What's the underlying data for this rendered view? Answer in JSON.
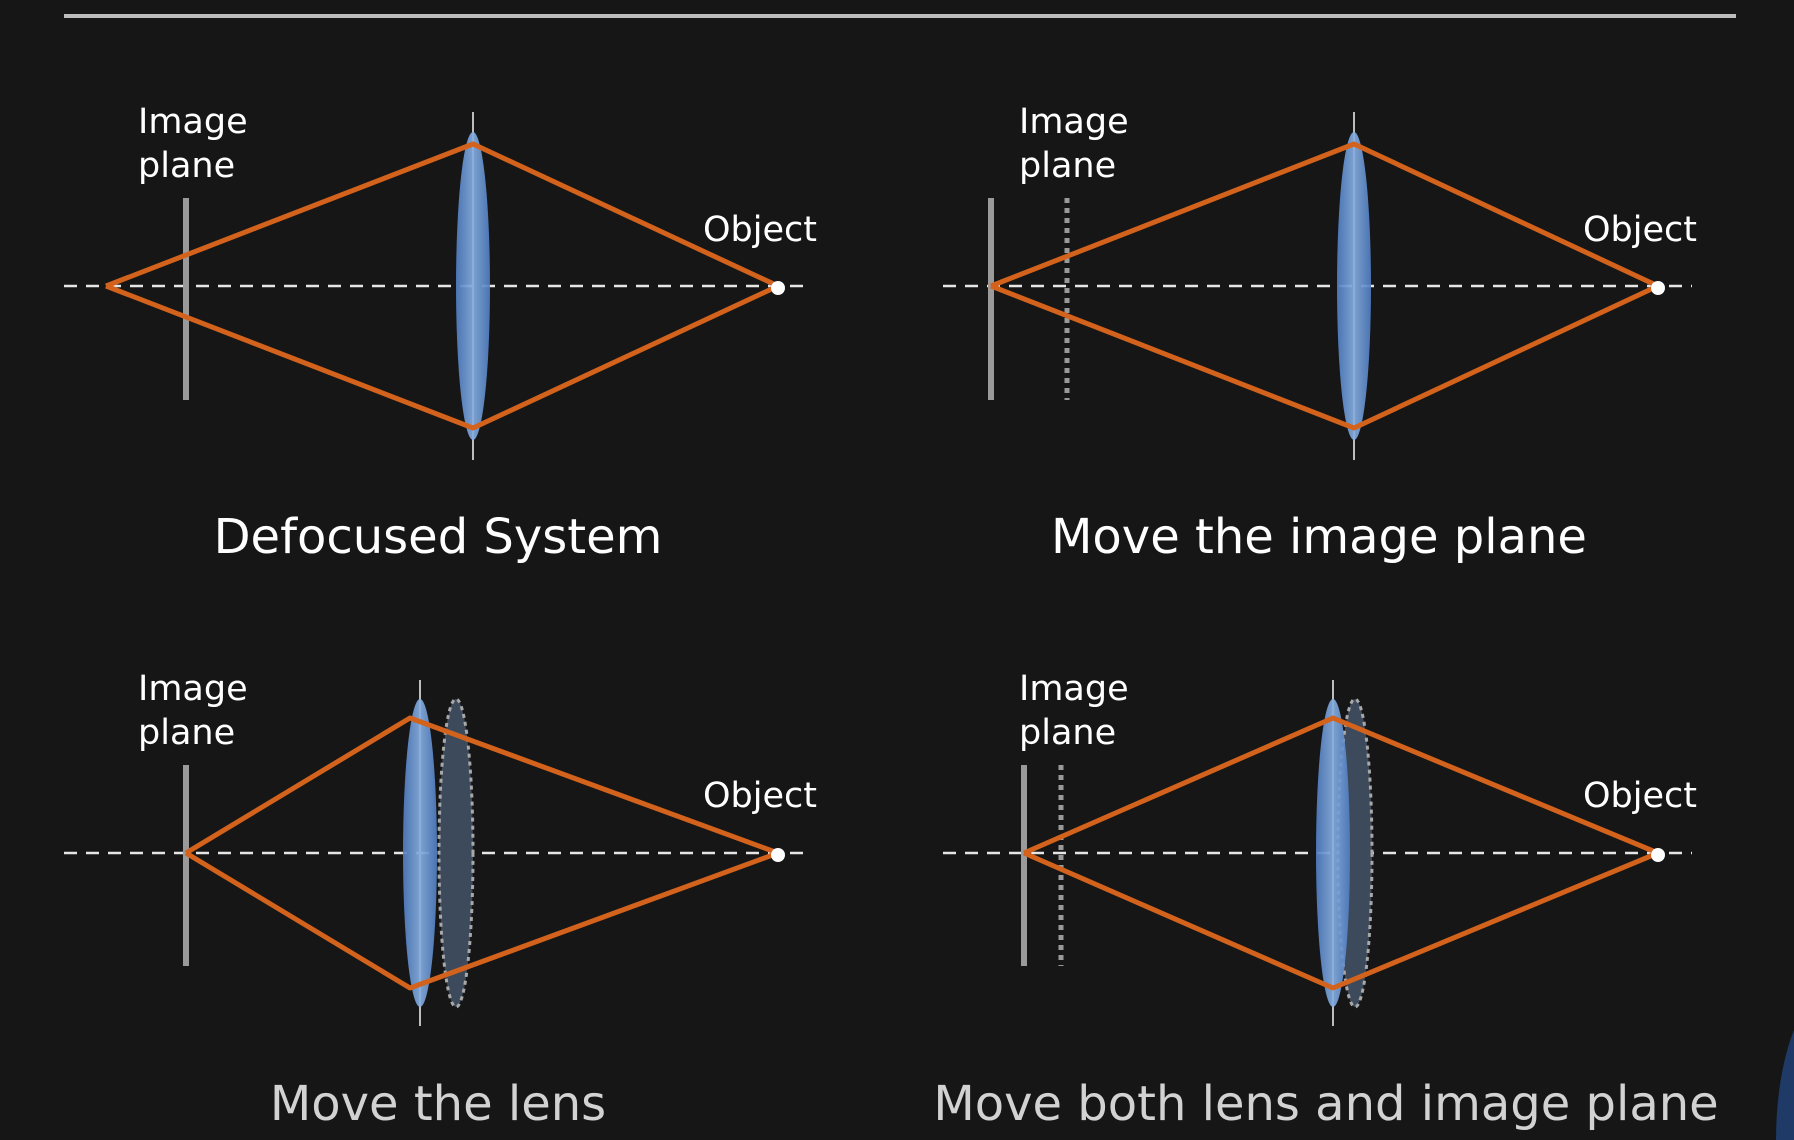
{
  "slide": {
    "panels": [
      {
        "caption": "Defocused System",
        "image_plane_label": [
          "Image",
          "plane"
        ],
        "object_label": "Object"
      },
      {
        "caption": "Move the image plane",
        "image_plane_label": [
          "Image",
          "plane"
        ],
        "object_label": "Object"
      },
      {
        "caption": "Move the lens",
        "image_plane_label": [
          "Image",
          "plane"
        ],
        "object_label": "Object"
      },
      {
        "caption": "Move both lens and image plane",
        "image_plane_label": [
          "Image",
          "plane"
        ],
        "object_label": "Object"
      }
    ]
  },
  "colors": {
    "background": "#161616",
    "ray": "#d3621c",
    "lens": "#6b93cc",
    "lens_ghost": "#3d4a5c",
    "image_plane": "#9a9a9a",
    "axis": "#e6e6e6",
    "text": "#ffffff"
  }
}
